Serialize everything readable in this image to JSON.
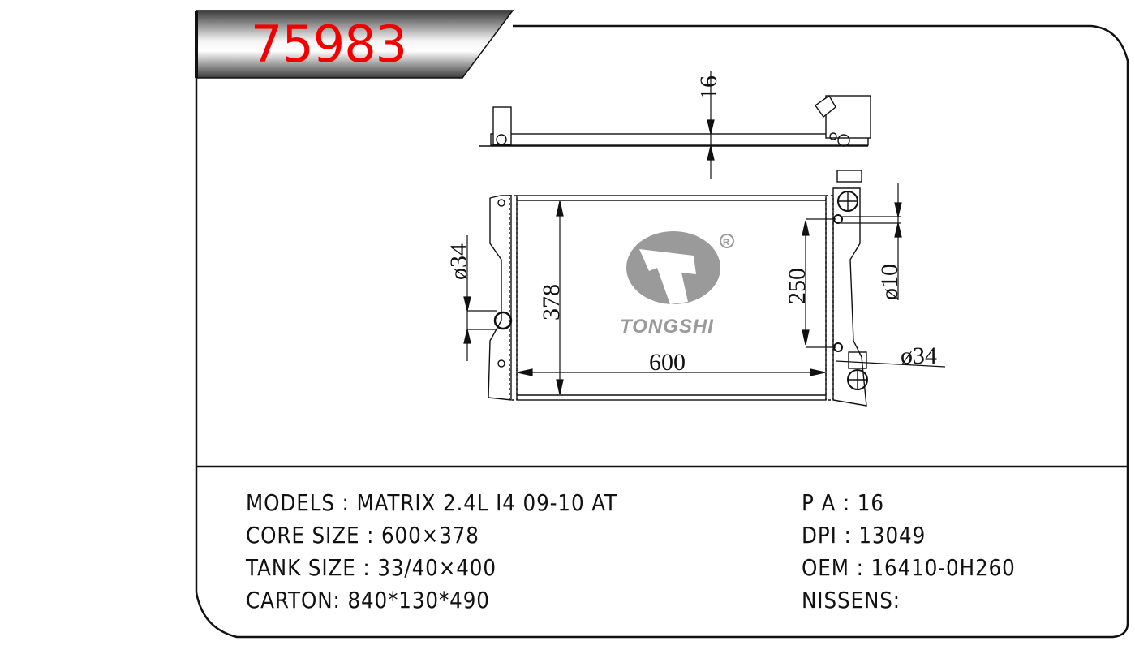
{
  "header": {
    "part_number": "75983"
  },
  "logo": {
    "brand": "TONGSHI",
    "registered_mark": "®"
  },
  "drawing": {
    "dimensions": {
      "top_thickness": "16",
      "core_height": "378",
      "core_width": "600",
      "outlet_spacing": "250",
      "left_pipe": "ø34",
      "small_pipe": "ø10",
      "right_pipe": "ø34"
    }
  },
  "specs_left": [
    {
      "label": "MODELS : MATRIX 2.4L I4 09-10 AT"
    },
    {
      "label": "CORE SIZE : 600×378"
    },
    {
      "label": "TANK SIZE : 33/40×400"
    },
    {
      "label": "CARTON: 840*130*490"
    }
  ],
  "specs_right": [
    {
      "label": "P A : 16"
    },
    {
      "label": "DPI : 13049"
    },
    {
      "label": "OEM : 16410-0H260"
    },
    {
      "label": "NISSENS:"
    }
  ]
}
